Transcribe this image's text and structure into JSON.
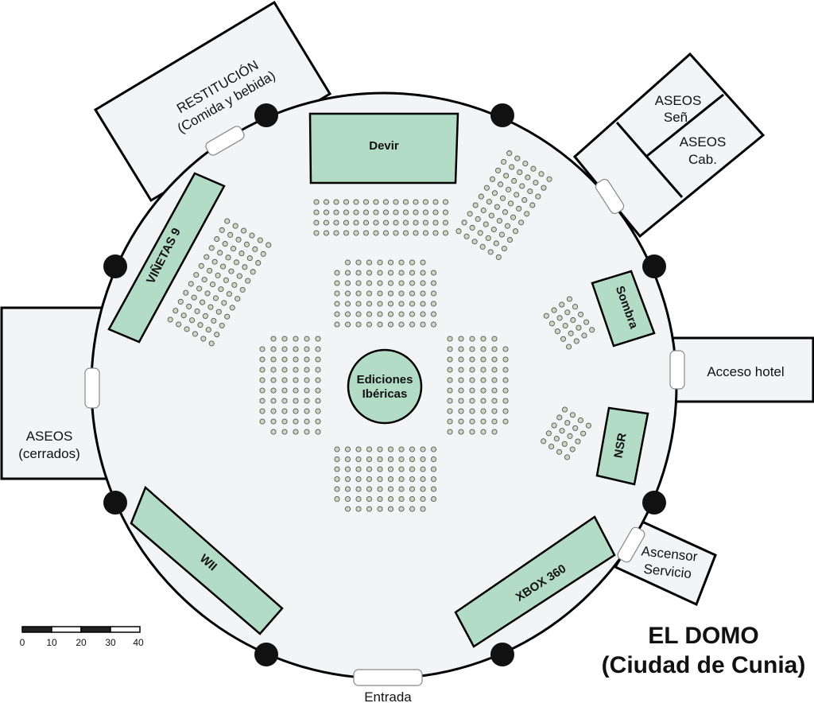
{
  "title": {
    "line1": "EL DOMO",
    "line2": "(Ciudad de Cunia)"
  },
  "entrance_label": "Entrada",
  "rooms": {
    "restitucion": {
      "line1": "RESTITUCIÓN",
      "line2": "(Comida y bebida)"
    },
    "aseos_sen": {
      "line1": "ASEOS",
      "line2": "Señ"
    },
    "aseos_cab": {
      "line1": "ASEOS",
      "line2": "Cab."
    },
    "aseos_cerrados": {
      "line1": "ASEOS",
      "line2": "(cerrados)"
    },
    "acceso_hotel": "Acceso hotel",
    "ascensor": {
      "line1": "Ascensor",
      "line2": "Servicio"
    }
  },
  "stands": {
    "devir": "Devir",
    "vinetas": "VIÑETAS 9",
    "sombra": "Sombra",
    "nsr": "NSR",
    "xbox": "XBOX 360",
    "wii": "WII",
    "ediciones": {
      "line1": "Ediciones",
      "line2": "Ibéricas"
    }
  },
  "scale_bar": {
    "labels": [
      "0",
      "10",
      "20",
      "30",
      "40"
    ]
  },
  "colors": {
    "floor": "#f3f4f6",
    "room": "#f3f4f6",
    "stand": "#b3dcc6",
    "outline": "#000000",
    "seat": "#cfd7c0"
  }
}
